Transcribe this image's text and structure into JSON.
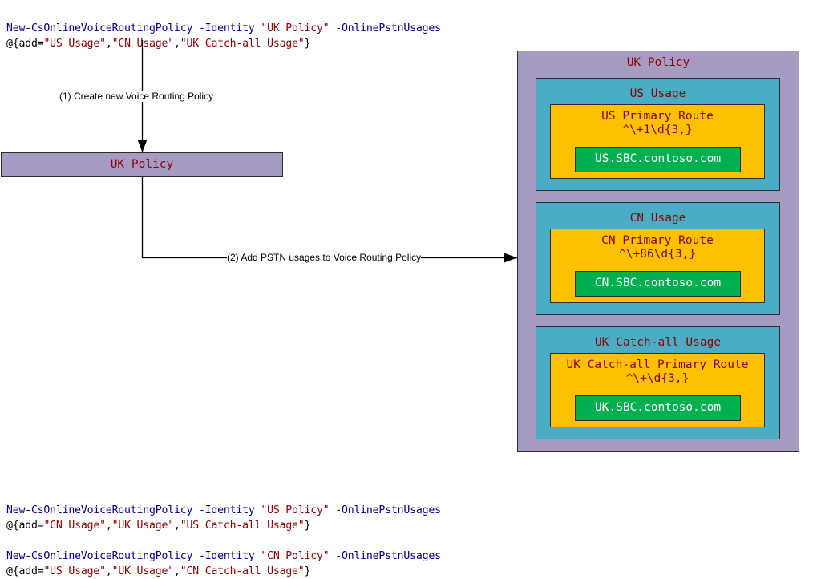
{
  "commands": [
    {
      "cmdlet": "New-CsOnlineVoiceRoutingPolicy",
      "param1": "-Identity",
      "identity": "\"UK Policy\"",
      "param2": "-OnlinePstnUsages",
      "add_prefix": "@{add=",
      "usages": [
        "\"US Usage\"",
        "\"CN Usage\"",
        "\"UK Catch-all Usage\""
      ],
      "sep": ",",
      "suffix": "}"
    },
    {
      "cmdlet": "New-CsOnlineVoiceRoutingPolicy",
      "param1": "-Identity",
      "identity": "\"US Policy\"",
      "param2": "-OnlinePstnUsages",
      "add_prefix": "@{add=",
      "usages": [
        "\"CN Usage\"",
        "\"UK Usage\"",
        "\"US Catch-all Usage\""
      ],
      "sep": ",",
      "suffix": "}"
    },
    {
      "cmdlet": "New-CsOnlineVoiceRoutingPolicy",
      "param1": "-Identity",
      "identity": "\"CN Policy\"",
      "param2": "-OnlinePstnUsages",
      "add_prefix": "@{add=",
      "usages": [
        "\"US Usage\"",
        "\"UK Usage\"",
        "\"CN Catch-all Usage\""
      ],
      "sep": ",",
      "suffix": "}"
    }
  ],
  "steps": {
    "step1": "(1) Create new Voice Routing Policy",
    "step2": "(2) Add PSTN usages to Voice Routing Policy"
  },
  "policy_box": {
    "title": "UK Policy"
  },
  "policy_detail": {
    "title": "UK Policy",
    "usages": [
      {
        "name": "US Usage",
        "route": "US Primary Route",
        "pattern": "^\\+1\\d{3,}",
        "sbc": "US.SBC.contoso.com"
      },
      {
        "name": "CN Usage",
        "route": "CN Primary Route",
        "pattern": "^\\+86\\d{3,}",
        "sbc": "CN.SBC.contoso.com"
      },
      {
        "name": "UK Catch-all Usage",
        "route": "UK Catch-all Primary Route",
        "pattern": "^\\+\\d{3,}",
        "sbc": "UK.SBC.contoso.com"
      }
    ]
  },
  "colors": {
    "policy": "#a79bc2",
    "usage": "#4bacc6",
    "route": "#ffc000",
    "sbc": "#00b050",
    "cmdlet": "#00008b",
    "string": "#8b0000"
  }
}
